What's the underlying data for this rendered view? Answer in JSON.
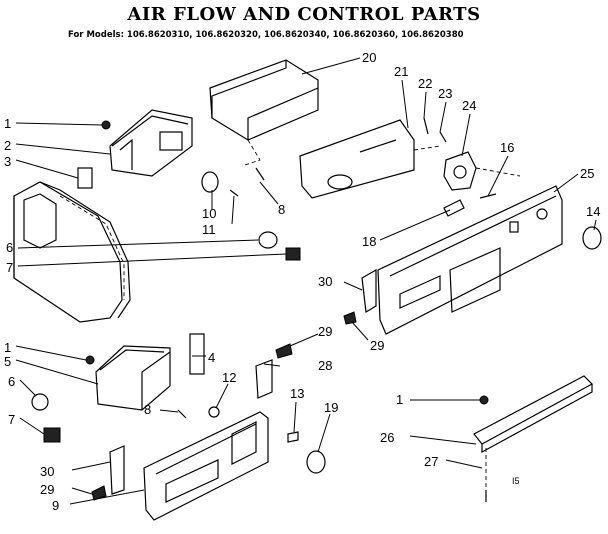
{
  "header": {
    "title": "AIR FLOW AND CONTROL PARTS",
    "models": "For Models: 106.8620310, 106.8620320, 106.8620340, 106.8620360, 106.8620380"
  },
  "callouts": {
    "c1": "1",
    "c2": "2",
    "c3": "3",
    "c4": "4",
    "c5": "5",
    "c6": "6",
    "c7": "7",
    "c8": "8",
    "c9": "9",
    "c10": "10",
    "c11": "11",
    "c12": "12",
    "c13": "13",
    "c14": "14",
    "c16": "16",
    "c18": "18",
    "c19": "19",
    "c20": "20",
    "c21": "21",
    "c22": "22",
    "c23": "23",
    "c24": "24",
    "c25": "25",
    "c26": "26",
    "c27": "27",
    "c28": "28",
    "c29": "29",
    "c30": "30"
  },
  "figure_code": "I5"
}
